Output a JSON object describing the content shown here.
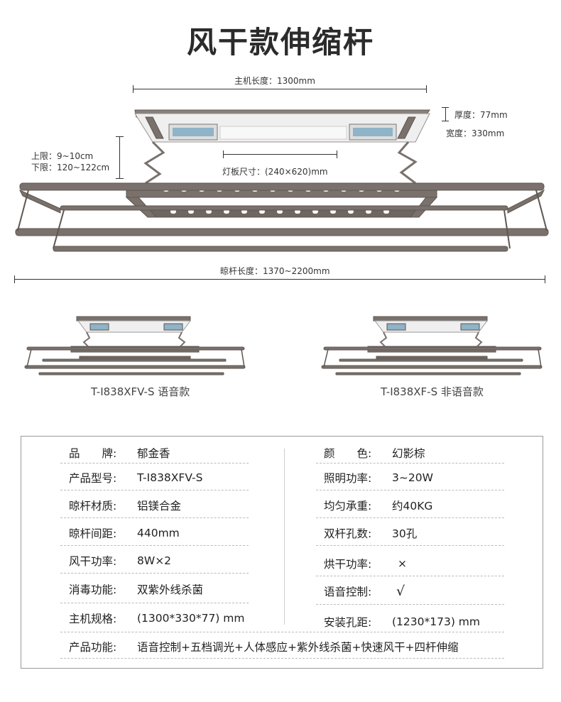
{
  "title": "风干款伸缩杆",
  "dimensions": {
    "host_length": "主机长度：1300mm",
    "thickness": "厚度：77mm",
    "width": "宽度：330mm",
    "upper_limit": "上限：9~10cm",
    "lower_limit": "下限：120~122cm",
    "light_panel": "灯板尺寸：(240×620)mm",
    "rod_length": "晾杆长度：1370~2200mm"
  },
  "models": {
    "voice": "T-I838XFV-S 语音款",
    "non_voice": "T-I838XF-S 非语音款"
  },
  "specs": {
    "left": [
      {
        "k": "品　　牌:",
        "v": "郁金香"
      },
      {
        "k": "产品型号:",
        "v": "T-I838XFV-S"
      },
      {
        "k": "晾杆材质:",
        "v": "铝镁合金"
      },
      {
        "k": "晾杆间距:",
        "v": "440mm"
      },
      {
        "k": "风干功率:",
        "v": "8W×2"
      },
      {
        "k": "消毒功能:",
        "v": "双紫外线杀菌"
      },
      {
        "k": "主机规格:",
        "v": "(1300*330*77) mm"
      }
    ],
    "right": [
      {
        "k": "颜　　色:",
        "v": "幻影棕"
      },
      {
        "k": "照明功率:",
        "v": "3~20W"
      },
      {
        "k": "均匀承重:",
        "v": "约40KG"
      },
      {
        "k": "双杆孔数:",
        "v": "30孔"
      },
      {
        "k": "烘干功率:",
        "v": "×"
      },
      {
        "k": "语音控制:",
        "v": "√"
      },
      {
        "k": "安装孔距:",
        "v": "(1230*173) mm"
      }
    ],
    "function": {
      "k": "产品功能:",
      "v": "语音控制+五档调光+人体感应+紫外线杀菌+快速风干+四杆伸缩"
    }
  },
  "colors": {
    "frame": "#7a716c",
    "frame_dark": "#5e5651",
    "uv_blue": "#8fb3c7"
  }
}
